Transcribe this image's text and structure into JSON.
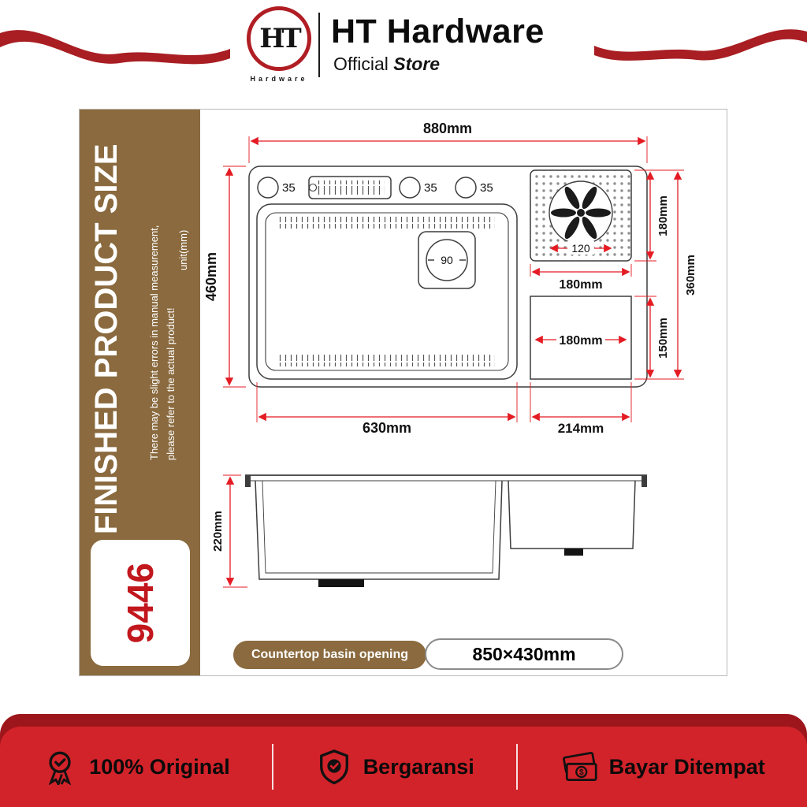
{
  "header": {
    "logo_monogram": "HT",
    "logo_caption": "Hardware",
    "brand": "HT Hardware",
    "subtitle_regular": "Official",
    "subtitle_bold": "Store"
  },
  "panel": {
    "title": "FINISHED PRODUCT SIZE",
    "note_line1": "There may be slight errors in manual measurement,",
    "note_line2": "please refer to the actual product!",
    "unit": "unit(mm)",
    "model": "9446",
    "opening_label": "Countertop basin opening",
    "opening_value": "850×430mm"
  },
  "dims": {
    "total_width": "880mm",
    "total_depth": "460mm",
    "basin_width": "630mm",
    "right_section_width": "214mm",
    "mat_width": "180mm",
    "mat_height": "180mm",
    "right_total_height": "360mm",
    "small_basin_width": "180mm",
    "small_basin_height": "150mm",
    "fan_diameter": "120",
    "drain_diameter": "90",
    "hole_1": "35",
    "hole_2": "35",
    "hole_3": "35",
    "bowl_depth": "220mm"
  },
  "footer": {
    "items": [
      "100% Original",
      "Bergaransi",
      "Bayar Ditempat"
    ],
    "cash_symbol": "$"
  },
  "colors": {
    "brand_red": "#b01e24",
    "dimension_red": "#e41b23",
    "sidebar_brown": "#8a6a3e",
    "footer_red": "#d2232a",
    "footer_dark_red": "#9c161c",
    "model_red": "#c1171d"
  }
}
